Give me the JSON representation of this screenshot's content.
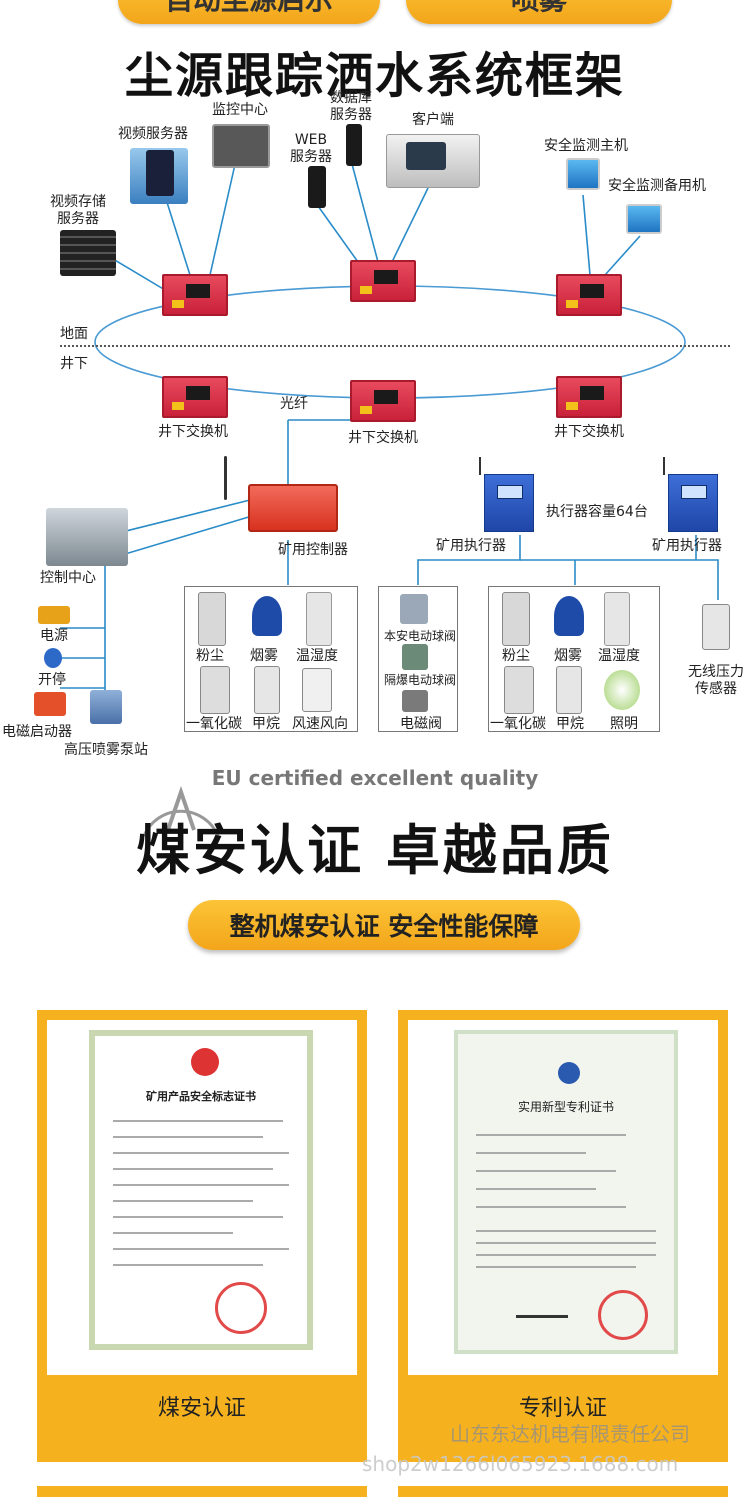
{
  "top_buttons": [
    "自动尘源启示",
    "喷雾"
  ],
  "title": "尘源跟踪洒水系统框架",
  "diagram": {
    "surface_nodes": {
      "video_server": "视频服务器",
      "monitor_center": "监控中心",
      "database_server": "数据库\n服务器",
      "web_server": "WEB\n服务器",
      "client": "客户端",
      "video_storage": "视频存储\n服务器",
      "safety_host": "安全监测主机",
      "safety_backup": "安全监测备用机"
    },
    "layers": {
      "surface": "地面",
      "underground": "井下"
    },
    "fiber": "光纤",
    "switches": [
      "井下交换机",
      "井下交换机",
      "井下交换机"
    ],
    "controller": "矿用控制器",
    "control_center": "控制中心",
    "left_devices": [
      "电源",
      "开停",
      "电磁启动器",
      "高压喷雾泵站"
    ],
    "sensor_group": [
      "粉尘",
      "烟雾",
      "温湿度",
      "一氧化碳",
      "甲烷",
      "风速风向"
    ],
    "executor_capacity": "执行器容量64台",
    "executors": [
      "矿用执行器",
      "矿用执行器"
    ],
    "valves": [
      "本安电动球阀",
      "隔爆电动球阀",
      "电磁阀"
    ],
    "sensor_group2": [
      "粉尘",
      "烟雾",
      "温湿度",
      "一氧化碳",
      "甲烷",
      "照明"
    ],
    "wireless_sensor": "无线压力\n传感器"
  },
  "cert_section": {
    "subtitle_en": "EU certified excellent quality",
    "title": "煤安认证  卓越品质",
    "badge": "整机煤安认证  安全性能保障",
    "cards": [
      {
        "caption": "煤安认证",
        "doc_title": "矿用产品安全标志证书"
      },
      {
        "caption": "专利认证",
        "doc_title": "实用新型专利证书"
      }
    ]
  },
  "watermark": {
    "company": "山东东达机电有限责任公司",
    "url": "shop2w1266l065923.1688.com"
  }
}
